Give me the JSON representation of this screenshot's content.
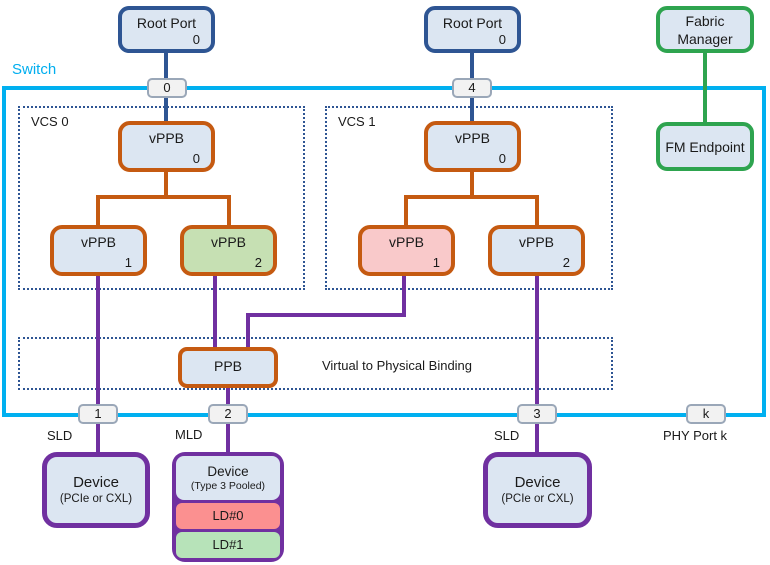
{
  "switch": {
    "label": "Switch"
  },
  "root_ports": [
    {
      "title": "Root Port",
      "number": "0"
    },
    {
      "title": "Root Port",
      "number": "0"
    }
  ],
  "fabric_manager": {
    "label": "Fabric Manager"
  },
  "fm_endpoint": {
    "label": "FM Endpoint"
  },
  "top_ports": [
    {
      "number": "0"
    },
    {
      "number": "4"
    }
  ],
  "vcs": [
    {
      "label": "VCS 0",
      "root_vppb": {
        "title": "vPPB",
        "number": "0",
        "fill": "#dce6f2"
      },
      "children": [
        {
          "title": "vPPB",
          "number": "1",
          "fill": "#dce6f2"
        },
        {
          "title": "vPPB",
          "number": "2",
          "fill": "#c6e0b3"
        }
      ]
    },
    {
      "label": "VCS 1",
      "root_vppb": {
        "title": "vPPB",
        "number": "0",
        "fill": "#dce6f2"
      },
      "children": [
        {
          "title": "vPPB",
          "number": "1",
          "fill": "#f9c9ca"
        },
        {
          "title": "vPPB",
          "number": "2",
          "fill": "#dce6f2"
        }
      ]
    }
  ],
  "binding": {
    "ppb": "PPB",
    "caption": "Virtual to Physical Binding"
  },
  "bottom_ports": [
    {
      "number": "1",
      "caption": "SLD"
    },
    {
      "number": "2",
      "caption": "MLD"
    },
    {
      "number": "3",
      "caption": "SLD"
    },
    {
      "number": "k",
      "caption": "PHY Port k"
    }
  ],
  "devices": [
    {
      "title": "Device",
      "subtitle": "(PCIe or CXL)"
    },
    {
      "title": "Device",
      "subtitle": "(Type 3 Pooled)",
      "lds": [
        {
          "label": "LD#0",
          "fill": "#fb9090"
        },
        {
          "label": "LD#1",
          "fill": "#b7e3b9"
        }
      ]
    },
    {
      "title": "Device",
      "subtitle": "(PCIe or CXL)"
    }
  ],
  "colors": {
    "switch_border": "#00b0f0",
    "root_port_border": "#2e5593",
    "vppb_border": "#c55a11",
    "device_border": "#7030a0",
    "fm_border": "#2ea44f",
    "node_fill": "#dce6f2",
    "vppb_green_fill": "#c6e0b3",
    "vppb_pink_fill": "#f9c9ca",
    "ld0_fill": "#fb9090",
    "ld1_fill": "#b7e3b9",
    "port_fill": "#f2f2f2",
    "purple_line": "#7030a0",
    "orange_line": "#c55a11",
    "blue_line": "#2e5593",
    "green_line": "#2ea44f"
  }
}
